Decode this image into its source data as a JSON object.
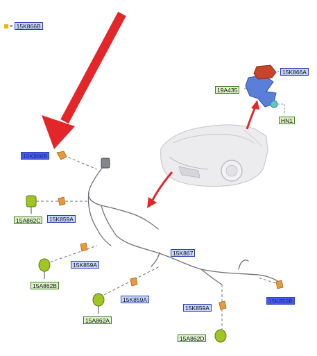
{
  "legend": {
    "symbol": "=",
    "part": "15K866B",
    "marker_color": "#f0b400"
  },
  "parts": [
    {
      "id": "p1",
      "text": "15K866A",
      "style": "blue"
    },
    {
      "id": "p2",
      "text": "19A435",
      "style": "green"
    },
    {
      "id": "p3",
      "text": "HN1",
      "style": "green"
    },
    {
      "id": "p4",
      "text": "15K866B",
      "style": "hl"
    },
    {
      "id": "p5",
      "text": "15A862C",
      "style": "green"
    },
    {
      "id": "p6",
      "text": "15K859A",
      "style": "blue"
    },
    {
      "id": "p7",
      "text": "15K867",
      "style": "blue"
    },
    {
      "id": "p8",
      "text": "15K859A",
      "style": "blue"
    },
    {
      "id": "p9",
      "text": "15A862B",
      "style": "green"
    },
    {
      "id": "p10",
      "text": "15K859A",
      "style": "blue"
    },
    {
      "id": "p11",
      "text": "15A862A",
      "style": "green"
    },
    {
      "id": "p12",
      "text": "15K859A",
      "style": "blue"
    },
    {
      "id": "p13",
      "text": "15K859B",
      "style": "hl"
    },
    {
      "id": "p14",
      "text": "15A862D",
      "style": "green"
    }
  ],
  "colors": {
    "arrow_red": "#e3262a",
    "sensor_green": "#9fc624",
    "bracket_orange": "#e79a3a",
    "module_red": "#c8442a",
    "bracket_blue": "#3f62c8",
    "harness_gray": "#6f6f78",
    "car_gray": "#c9c9cc"
  }
}
